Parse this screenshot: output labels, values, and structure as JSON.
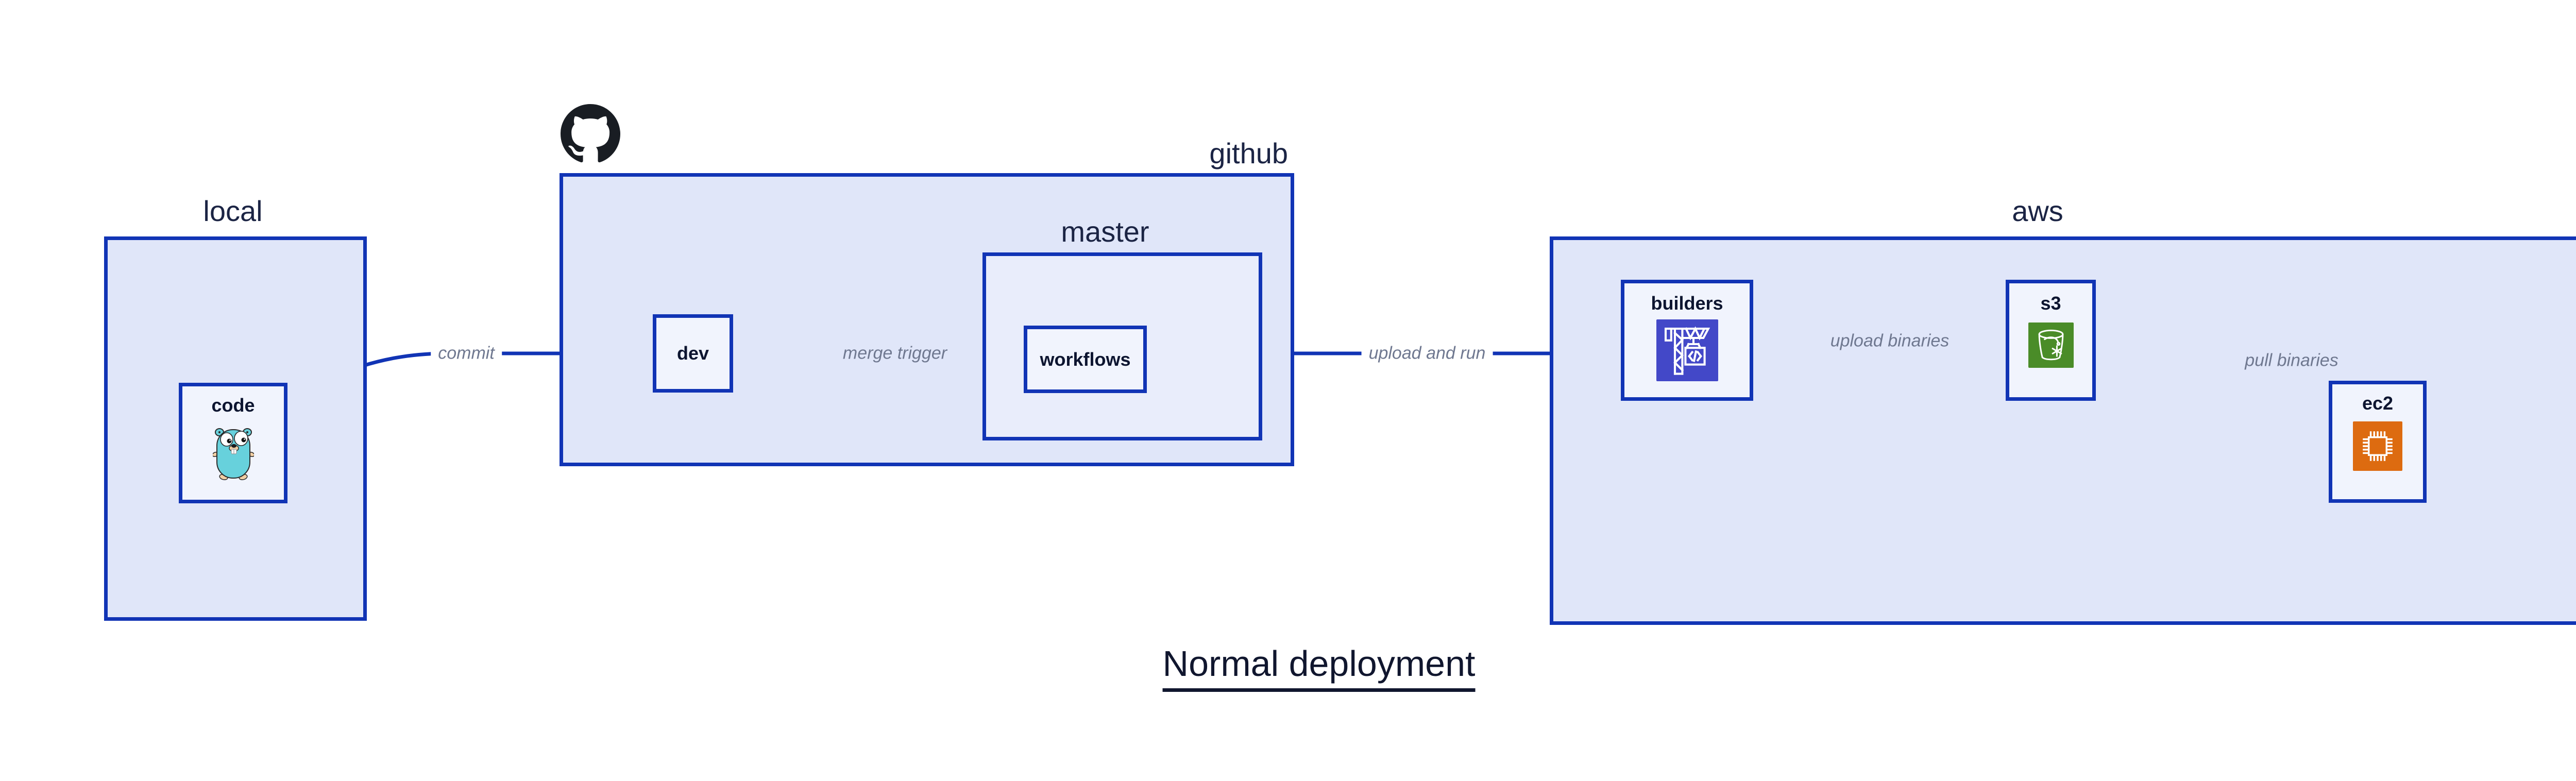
{
  "title": "Normal deployment",
  "groups": {
    "local": {
      "label": "local"
    },
    "github": {
      "label": "github",
      "logo": "github-octocat-icon"
    },
    "master": {
      "label": "master"
    },
    "aws": {
      "label": "aws"
    }
  },
  "nodes": {
    "code": {
      "label": "code",
      "icon": "go-gopher-icon",
      "parent": "local"
    },
    "dev": {
      "label": "dev",
      "parent": "github"
    },
    "workflows": {
      "label": "workflows",
      "parent": "master"
    },
    "builders": {
      "label": "builders",
      "icon": "aws-codebuild-crane-icon",
      "parent": "aws"
    },
    "s3": {
      "label": "s3",
      "icon": "s3-bucket-icon",
      "parent": "aws"
    },
    "ec2": {
      "label": "ec2",
      "icon": "ec2-chip-icon",
      "parent": "aws"
    }
  },
  "edges": {
    "commit": {
      "label": "commit",
      "from": "code",
      "to": "dev"
    },
    "merge_trigger": {
      "label": "merge trigger",
      "from": "dev",
      "to": "workflows"
    },
    "upload_and_run": {
      "label": "upload and run",
      "from": "workflows",
      "to": "builders"
    },
    "upload_binaries": {
      "label": "upload binaries",
      "from": "builders",
      "to": "s3"
    },
    "pull_binaries": {
      "label": "pull binaries",
      "from": "s3",
      "to": "ec2"
    }
  },
  "colors": {
    "arrow_and_border": "#1134b5",
    "group_fill": "#e0e6f9",
    "master_fill": "#e9edfb",
    "node_fill": "#f1f4fd",
    "heading_text": "#1b2444",
    "node_text": "#0d1530",
    "edge_label_text": "#6f7890",
    "title_text": "#10162e",
    "codebuild_icon_bg": "#4348c8",
    "s3_icon_bg": "#4a8c28",
    "ec2_icon_bg": "#dd6b10",
    "gopher_body": "#67d1dc",
    "octocat": "#191d23"
  }
}
